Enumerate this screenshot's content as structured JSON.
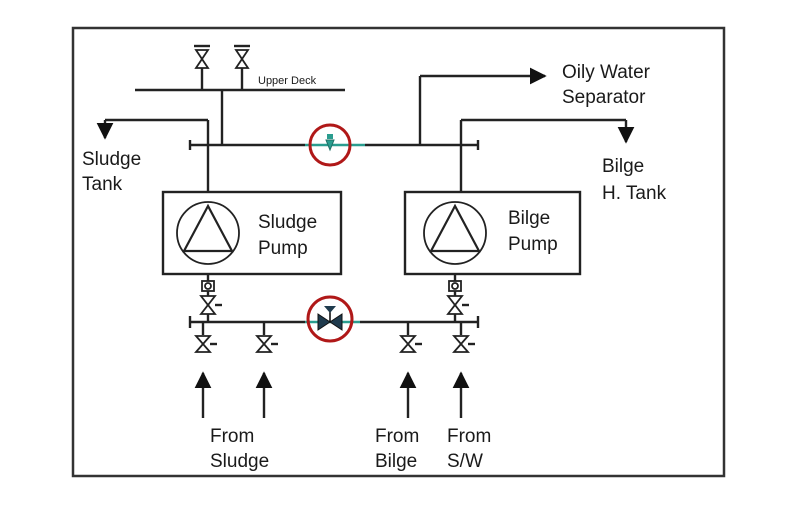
{
  "labels": {
    "upper_deck": "Upper Deck",
    "sludge_tank_1": "Sludge",
    "sludge_tank_2": "Tank",
    "ows_1": "Oily Water",
    "ows_2": "Separator",
    "bilge_tank_1": "Bilge",
    "bilge_tank_2": "H. Tank",
    "sludge_pump_1": "Sludge",
    "sludge_pump_2": "Pump",
    "bilge_pump_1": "Bilge",
    "bilge_pump_2": "Pump",
    "from_sludge_1": "From",
    "from_sludge_2": "Sludge",
    "from_bilge_1": "From",
    "from_bilge_2": "Bilge",
    "from_sw_1": "From",
    "from_sw_2": "S/W"
  },
  "colors": {
    "highlight": "#b01818",
    "cross_pipe": "#2a9d8f",
    "line": "#222222"
  }
}
